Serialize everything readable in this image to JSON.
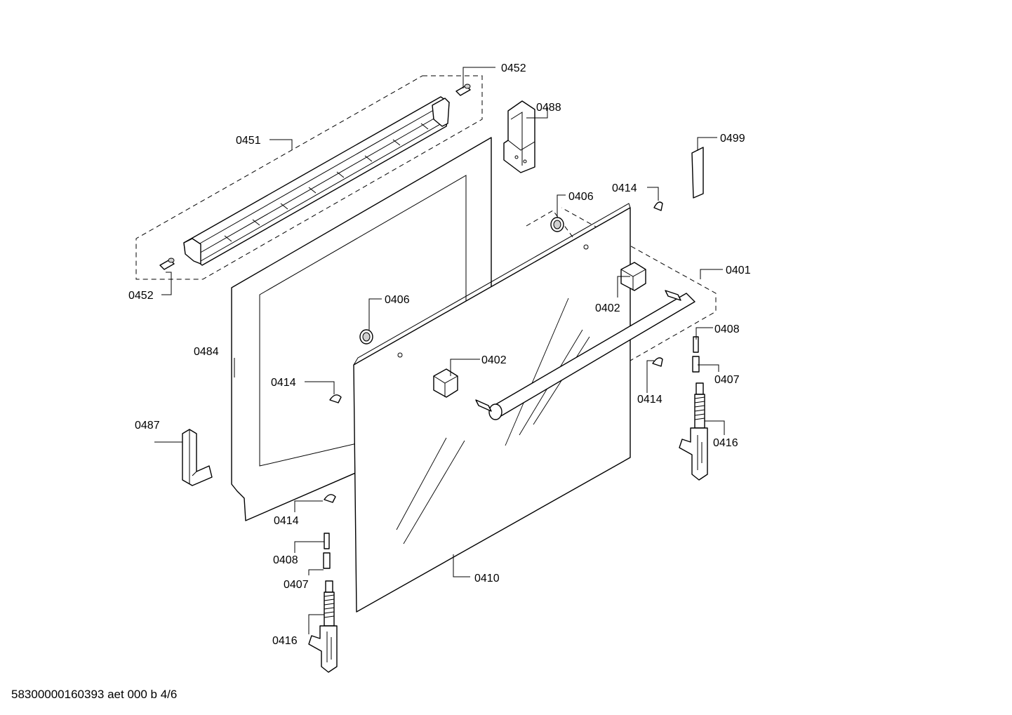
{
  "footer": {
    "code": "58300000160393 aet 000 b 4/6"
  },
  "callouts": [
    {
      "id": "c-0452-top",
      "label": "0452"
    },
    {
      "id": "c-0488",
      "label": "0488"
    },
    {
      "id": "c-0451",
      "label": "0451"
    },
    {
      "id": "c-0499",
      "label": "0499"
    },
    {
      "id": "c-0414-a",
      "label": "0414"
    },
    {
      "id": "c-0406-top",
      "label": "0406"
    },
    {
      "id": "c-0401",
      "label": "0401"
    },
    {
      "id": "c-0452-bottom",
      "label": "0452"
    },
    {
      "id": "c-0402-right",
      "label": "0402"
    },
    {
      "id": "c-0406-left",
      "label": "0406"
    },
    {
      "id": "c-0408-right",
      "label": "0408"
    },
    {
      "id": "c-0484",
      "label": "0484"
    },
    {
      "id": "c-0402-mid",
      "label": "0402"
    },
    {
      "id": "c-0407-right",
      "label": "0407"
    },
    {
      "id": "c-0414-b",
      "label": "0414"
    },
    {
      "id": "c-0414-c",
      "label": "0414"
    },
    {
      "id": "c-0487",
      "label": "0487"
    },
    {
      "id": "c-0416-right",
      "label": "0416"
    },
    {
      "id": "c-0414-d",
      "label": "0414"
    },
    {
      "id": "c-0408-left",
      "label": "0408"
    },
    {
      "id": "c-0410",
      "label": "0410"
    },
    {
      "id": "c-0407-left",
      "label": "0407"
    },
    {
      "id": "c-0416-left",
      "label": "0416"
    }
  ]
}
